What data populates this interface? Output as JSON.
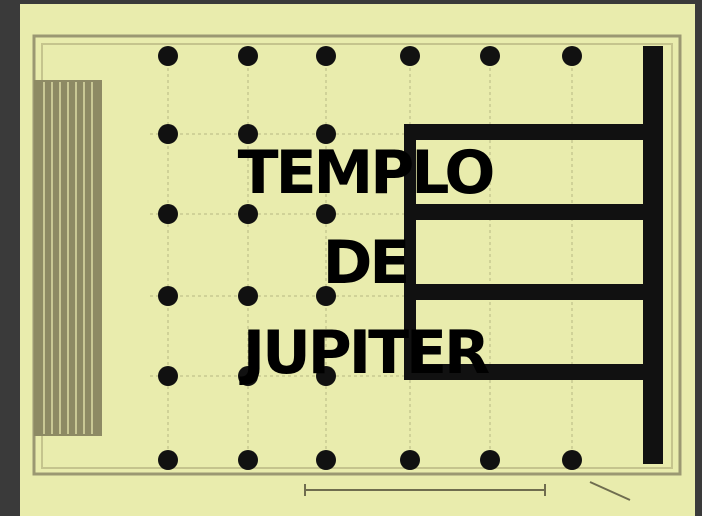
{
  "slide": {
    "title_lines": [
      "TEMPLO",
      "DE",
      "JUPITER"
    ]
  },
  "colors": {
    "frame": "#3a3a3a",
    "parchment": "#e9ecad",
    "ink": "#000000",
    "column": "#111111",
    "outer_step": "#858261"
  }
}
